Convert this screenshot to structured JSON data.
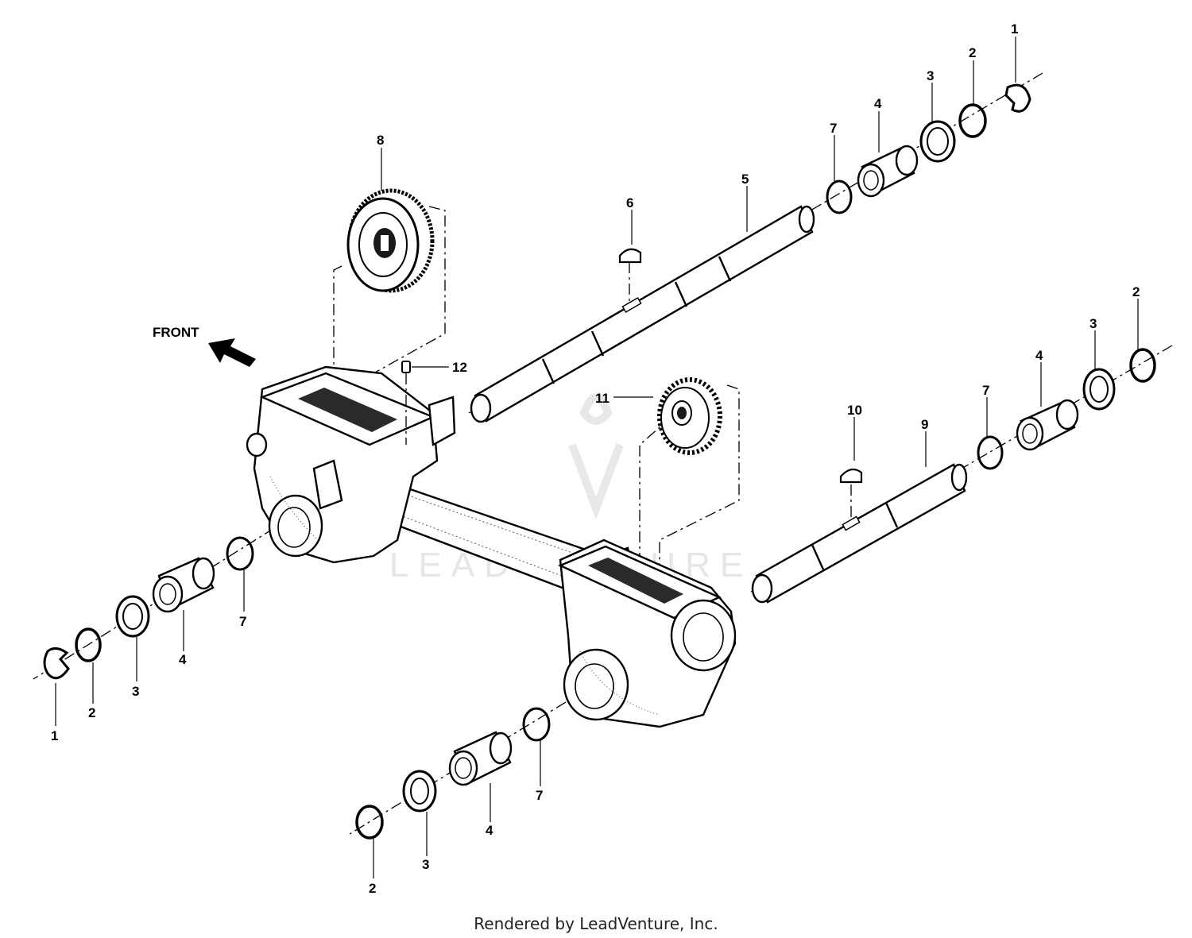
{
  "diagram": {
    "front_label": "FRONT",
    "watermark": "LEADVENTURE",
    "footer": "Rendered by LeadVenture, Inc.",
    "colors": {
      "ink": "#000000",
      "paper": "#ffffff",
      "watermark": "#e6e6e6"
    },
    "callouts": [
      {
        "id": "c1-top",
        "text": "1"
      },
      {
        "id": "c2-top",
        "text": "2"
      },
      {
        "id": "c3-top",
        "text": "3"
      },
      {
        "id": "c4-top",
        "text": "4"
      },
      {
        "id": "c7-top",
        "text": "7"
      },
      {
        "id": "c5",
        "text": "5"
      },
      {
        "id": "c6",
        "text": "6"
      },
      {
        "id": "c8",
        "text": "8"
      },
      {
        "id": "c12",
        "text": "12"
      },
      {
        "id": "c11",
        "text": "11"
      },
      {
        "id": "c10",
        "text": "10"
      },
      {
        "id": "c9",
        "text": "9"
      },
      {
        "id": "c7-right",
        "text": "7"
      },
      {
        "id": "c4-right",
        "text": "4"
      },
      {
        "id": "c3-right",
        "text": "3"
      },
      {
        "id": "c2-right",
        "text": "2"
      },
      {
        "id": "c7-left",
        "text": "7"
      },
      {
        "id": "c4-left",
        "text": "4"
      },
      {
        "id": "c3-left",
        "text": "3"
      },
      {
        "id": "c2-left",
        "text": "2"
      },
      {
        "id": "c1-left",
        "text": "1"
      },
      {
        "id": "c7-bottom",
        "text": "7"
      },
      {
        "id": "c4-bottom",
        "text": "4"
      },
      {
        "id": "c3-bottom",
        "text": "3"
      },
      {
        "id": "c2-bottom",
        "text": "2"
      }
    ]
  }
}
